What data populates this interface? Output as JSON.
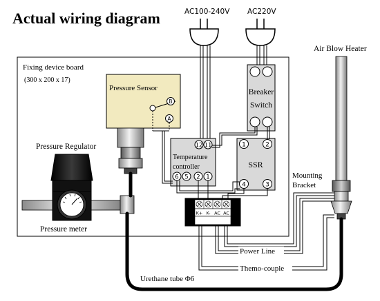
{
  "title": "Actual wiring diagram",
  "supply": {
    "left_label": "AC100-240V",
    "right_label": "AC220V"
  },
  "board": {
    "label": "Fixing device board",
    "size": "(300 x 200 x 17)"
  },
  "pressure_sensor": {
    "label": "Pressure  Sensor",
    "terminal_b": "B",
    "terminal_a": "A"
  },
  "breaker": {
    "line1": "Breaker",
    "line2": "Switch"
  },
  "temperature_controller": {
    "line1": "Temperature",
    "line2": "controller",
    "top_terminals": [
      "12",
      "11"
    ],
    "bottom_terminals": [
      "6",
      "5",
      "2",
      "1"
    ]
  },
  "ssr": {
    "label": "SSR",
    "terminals": [
      "1",
      "2",
      "4",
      "3"
    ]
  },
  "terminal_block": {
    "labels": [
      "K+",
      "K-",
      "AC",
      "AC"
    ]
  },
  "pressure_regulator": "Pressure Regulator",
  "pressure_meter": "Pressure meter",
  "heater": "Air Blow Heater",
  "mounting_bracket": {
    "line1": "Mounting",
    "line2": "Bracket"
  },
  "power_line": "Power Line",
  "thermo_couple": "Themo-couple",
  "urethane_tube": "Urethane tube Φ6",
  "colors": {
    "sensor_fill": "#f2eabf",
    "device_fill": "#d9d9d9",
    "line": "#000000",
    "tube": "#000000"
  }
}
